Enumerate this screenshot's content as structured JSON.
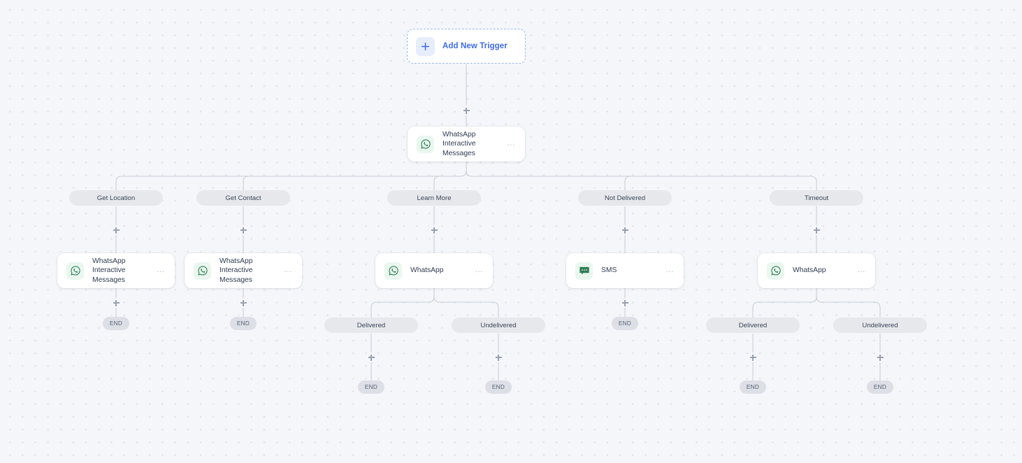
{
  "canvas": {
    "background_color": "#f4f6f9",
    "dot_color": "#dfe3ea",
    "edge_color": "#c9cfd9"
  },
  "trigger": {
    "label": "Add New Trigger",
    "icon": "plus-icon",
    "accent_color": "#3d6be5",
    "border_color": "#9cb6f5"
  },
  "root_node": {
    "label": "WhatsApp Interactive Messages",
    "icon": "whatsapp-icon",
    "menu": "…"
  },
  "branches": [
    {
      "label": "Get Location"
    },
    {
      "label": "Get Contact"
    },
    {
      "label": "Learn More"
    },
    {
      "label": "Not Delivered"
    },
    {
      "label": "Timeout"
    }
  ],
  "level2_nodes": [
    {
      "label": "WhatsApp Interactive Messages",
      "icon": "whatsapp-icon",
      "menu": "…"
    },
    {
      "label": "WhatsApp Interactive Messages",
      "icon": "whatsapp-icon",
      "menu": "…"
    },
    {
      "label": "WhatsApp",
      "icon": "whatsapp-icon",
      "menu": "…"
    },
    {
      "label": "SMS",
      "icon": "sms-icon",
      "menu": "…"
    },
    {
      "label": "WhatsApp",
      "icon": "whatsapp-icon",
      "menu": "…"
    }
  ],
  "status_pills": [
    {
      "label": "Delivered"
    },
    {
      "label": "Undelivered"
    },
    {
      "label": "Delivered"
    },
    {
      "label": "Undelivered"
    }
  ],
  "end_nodes": [
    {
      "label": "END"
    },
    {
      "label": "END"
    },
    {
      "label": "END"
    },
    {
      "label": "END"
    },
    {
      "label": "END"
    },
    {
      "label": "END"
    }
  ],
  "icons": {
    "whatsapp_color": "#2f7d55",
    "sms_color": "#2f7d55",
    "icon_bg": "#e9f7ef"
  }
}
